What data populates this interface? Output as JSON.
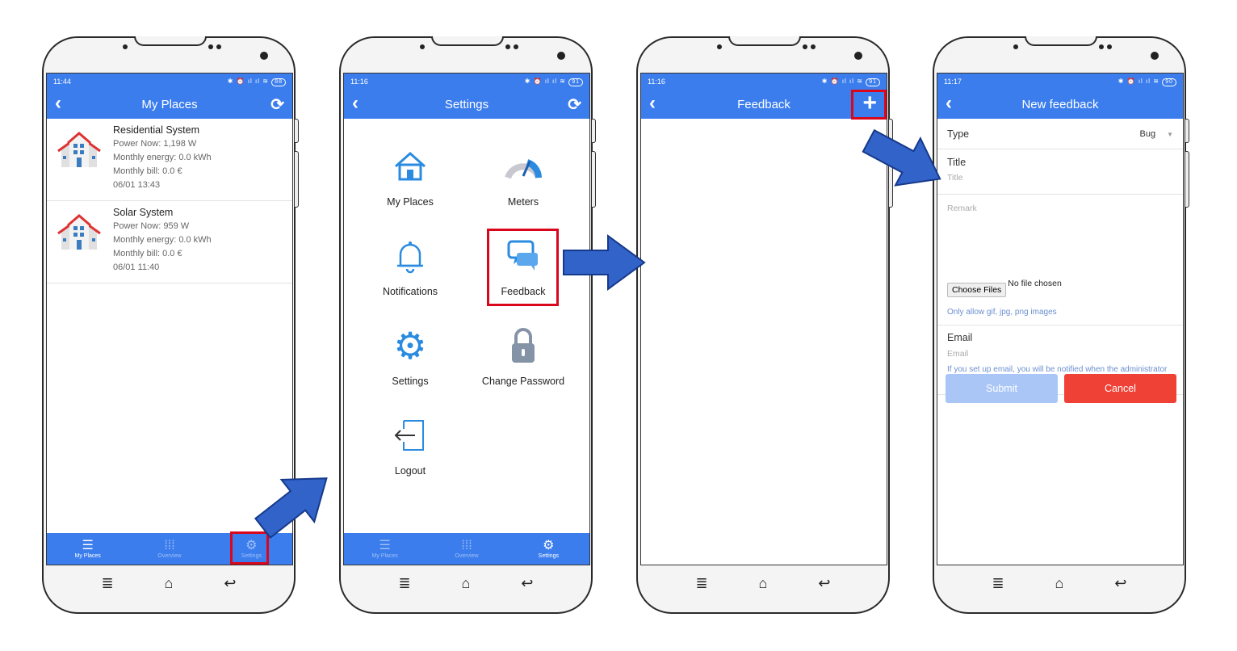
{
  "phone1": {
    "status": {
      "time": "11:44",
      "battery": "88"
    },
    "title": "My Places",
    "places": [
      {
        "name": "Residential System",
        "power": "Power Now: 1,198 W",
        "energy": "Monthly energy: 0.0 kWh",
        "bill": "Monthly bill: 0.0 €",
        "time": "06/01 13:43"
      },
      {
        "name": "Solar System",
        "power": "Power Now: 959 W",
        "energy": "Monthly energy: 0.0 kWh",
        "bill": "Monthly bill: 0.0 €",
        "time": "06/01 11:40"
      }
    ],
    "tabs": [
      "My Places",
      "Overview",
      "Settings"
    ]
  },
  "phone2": {
    "status": {
      "time": "11:16",
      "battery": "91"
    },
    "title": "Settings",
    "items": [
      "My Places",
      "Meters",
      "Notifications",
      "Feedback",
      "Settings",
      "Change Password",
      "Logout"
    ],
    "tabs": [
      "My Places",
      "Overview",
      "Settings"
    ]
  },
  "phone3": {
    "status": {
      "time": "11:16",
      "battery": "91"
    },
    "title": "Feedback"
  },
  "phone4": {
    "status": {
      "time": "11:17",
      "battery": "90"
    },
    "title": "New feedback",
    "type_label": "Type",
    "type_value": "Bug",
    "title_label": "Title",
    "title_placeholder": "Title",
    "remark_placeholder": "Remark",
    "choose_files": "Choose Files",
    "no_file": "No file chosen",
    "file_hint": "Only allow gif, jpg, png images",
    "email_label": "Email",
    "email_placeholder": "Email",
    "email_hint": "If you set up email, you will be notified when the administrator responds your feedback.",
    "submit": "Submit",
    "cancel": "Cancel"
  },
  "colors": {
    "primary": "#3b7ded",
    "highlight": "#d9061c",
    "arrow": "#3163c9",
    "cancel": "#ef4136",
    "submit_disabled": "#a9c6f7"
  }
}
